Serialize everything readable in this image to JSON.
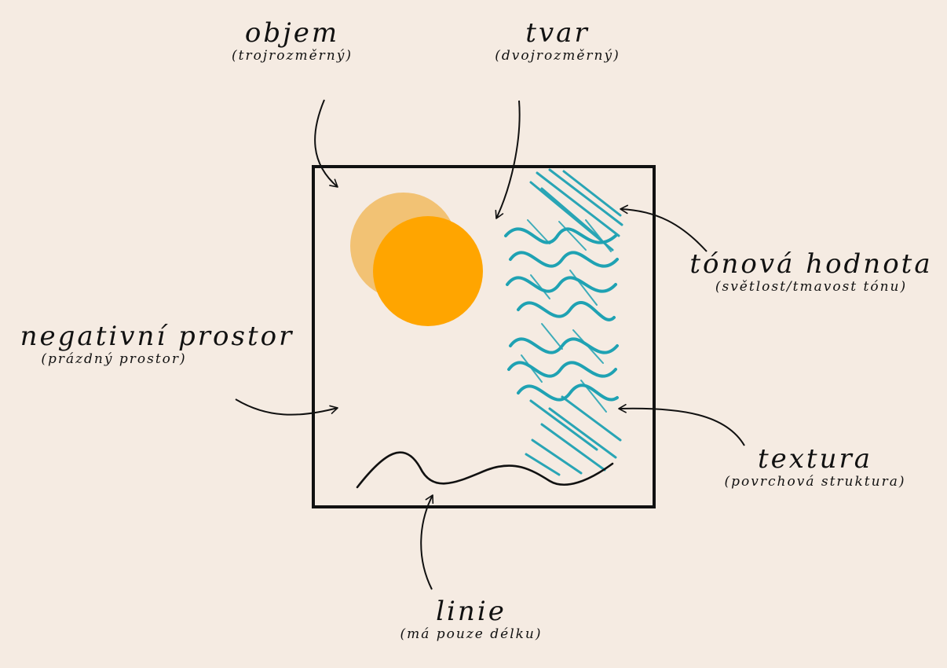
{
  "labels": {
    "objem": {
      "title": "objem",
      "sub": "(trojrozměrný)"
    },
    "tvar": {
      "title": "tvar",
      "sub": "(dvojrozměrný)"
    },
    "tonova_hodnota": {
      "title": "tónová hodnota",
      "sub": "(světlost/tmavost tónu)"
    },
    "negativni_prostor": {
      "title": "negativní prostor",
      "sub": "(prázdný prostor)"
    },
    "textura": {
      "title": "textura",
      "sub": "(povrchová struktura)"
    },
    "linie": {
      "title": "linie",
      "sub": "(má pouze délku)"
    }
  },
  "colors": {
    "background": "#f5ebe2",
    "ink": "#111111",
    "circle_light": "#f2c274",
    "circle_dark": "#ffa500",
    "texture": "#1fa2b3"
  }
}
